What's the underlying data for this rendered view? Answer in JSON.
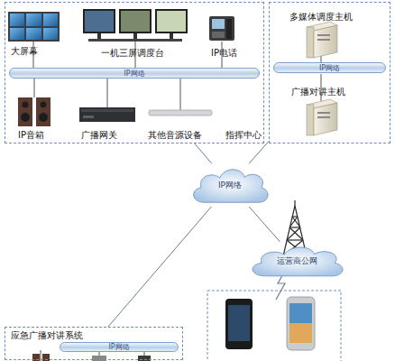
{
  "diagram": {
    "nodes": [
      {
        "text": [
          "大屏幕",
          "一机三屏调度台",
          "IP电话",
          "IP音箱",
          "广播网关",
          "其他音源设备",
          "指挥中心"
        ]
      },
      {
        "text": [
          "IP网络"
        ],
        "in": 0
      },
      {
        "text": [
          "多媒体调度主机",
          "广播对讲主机"
        ]
      },
      {
        "text": [
          "IP网络"
        ],
        "in": 2
      },
      {
        "text": [
          "IP网络"
        ]
      },
      {
        "text": [
          "运营商公网"
        ]
      },
      {
        "text": [
          "应急广播对讲系统"
        ]
      },
      {
        "text": [
          "IP网络"
        ],
        "in": 6
      }
    ],
    "edges": [
      {
        "from": 0,
        "to": 4,
        "arrow": "none"
      },
      {
        "from": 2,
        "to": 4,
        "arrow": "none"
      },
      {
        "from": 4,
        "to": 6,
        "arrow": "none"
      },
      {
        "from": 4,
        "to": 5,
        "arrow": "none"
      }
    ]
  }
}
